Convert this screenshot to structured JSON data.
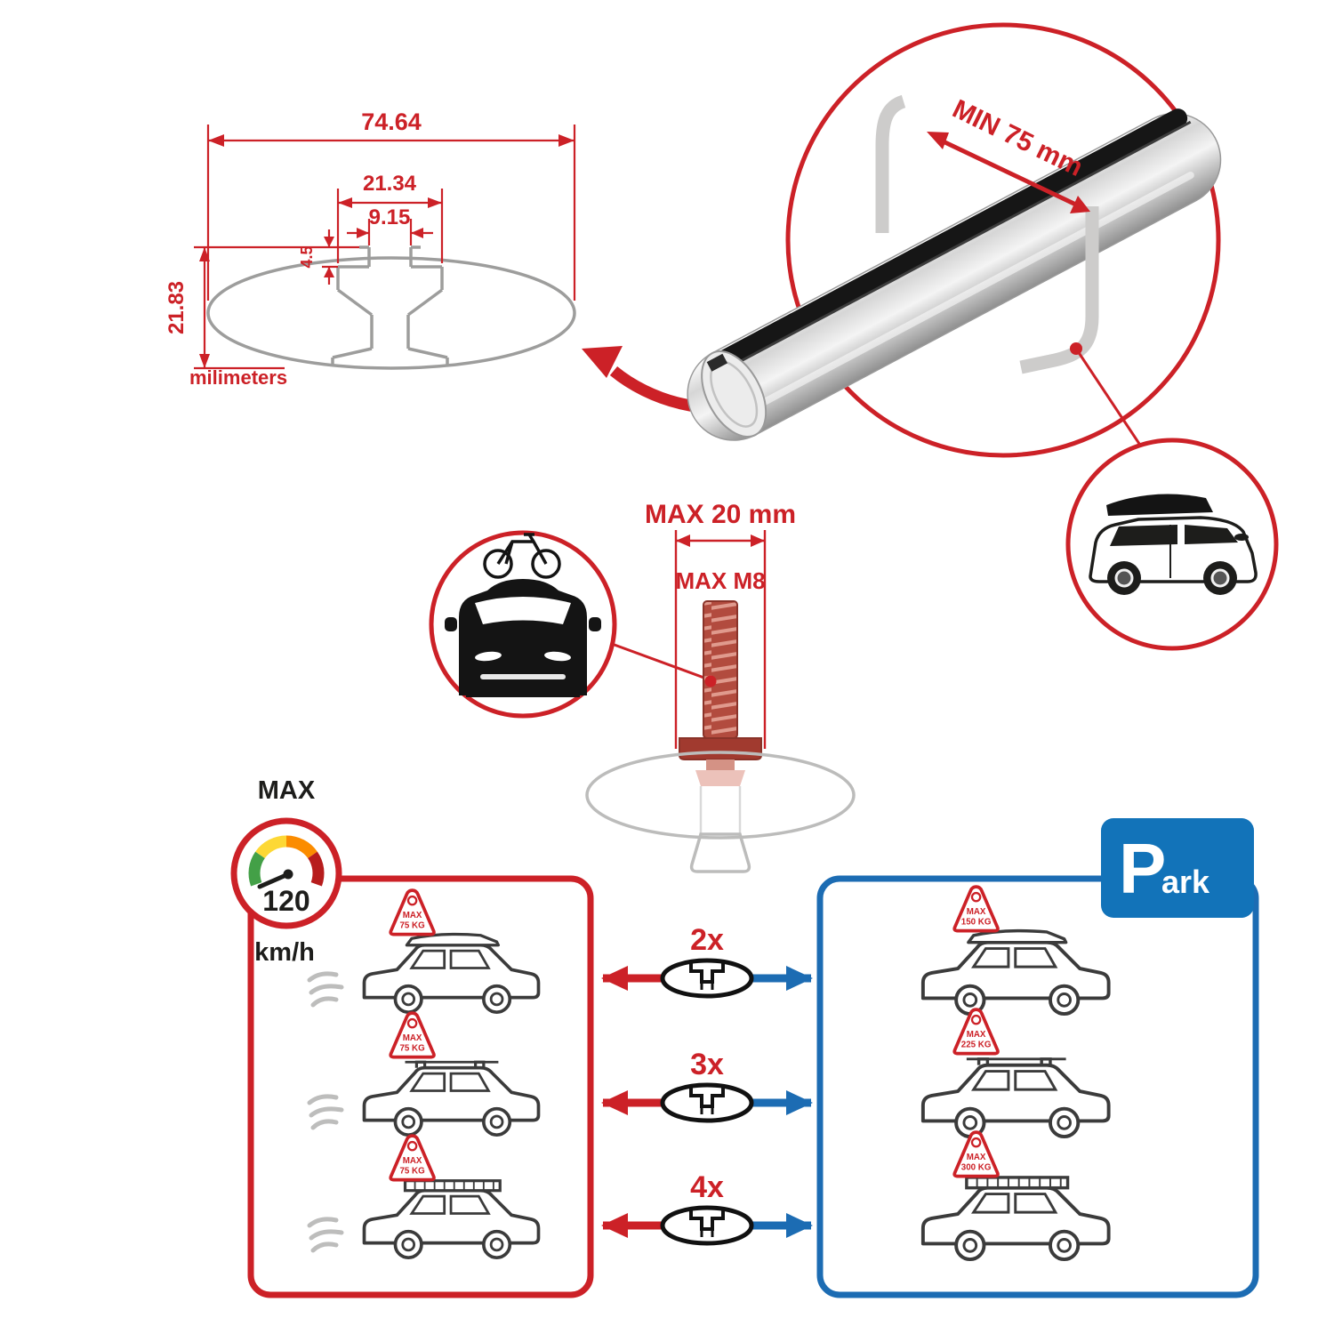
{
  "colors": {
    "red": "#cc2127",
    "blue": "#1c6cb3",
    "park_blue": "#1273b9",
    "gray": "#9d9d9c",
    "silver": "#d9d9d9",
    "black": "#1d1d1b",
    "gauge_green": "#43a047",
    "gauge_yellow": "#fdd835",
    "gauge_orange": "#fb8c00",
    "gauge_red": "#b71c1c"
  },
  "profile_dims": {
    "total_width": "74.64",
    "channel_width": "21.34",
    "opening_width": "9.15",
    "lip_depth": "4.5",
    "total_height": "21.83",
    "units": "milimeters"
  },
  "bar_detail": {
    "min_span": "MIN 75 mm"
  },
  "bolt": {
    "max_width": "MAX 20 mm",
    "max_thread": "MAX M8"
  },
  "speed": {
    "label": "MAX",
    "value": "120",
    "unit": "km/h"
  },
  "left_panel": {
    "signs": [
      {
        "l1": "MAX",
        "l2": "75 KG"
      },
      {
        "l1": "MAX",
        "l2": "75 KG"
      },
      {
        "l1": "MAX",
        "l2": "75 KG"
      }
    ]
  },
  "middle": {
    "counts": [
      "2x",
      "3x",
      "4x"
    ]
  },
  "right_panel": {
    "sign_p": "P",
    "sign_ark": "ark",
    "signs": [
      {
        "l1": "MAX",
        "l2": "150 KG"
      },
      {
        "l1": "MAX",
        "l2": "225 KG"
      },
      {
        "l1": "MAX",
        "l2": "300 KG"
      }
    ]
  }
}
